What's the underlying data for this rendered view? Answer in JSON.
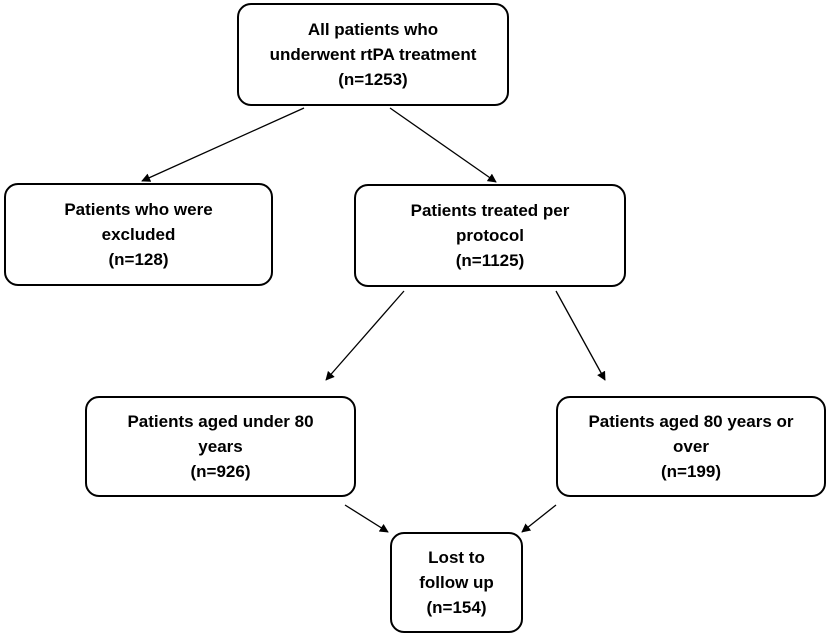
{
  "boxes": {
    "all_patients": {
      "lines": [
        "All patients who",
        "underwent rtPA treatment",
        "(n=1253)"
      ]
    },
    "excluded": {
      "lines": [
        "Patients who were",
        "excluded",
        "(n=128)"
      ]
    },
    "per_protocol": {
      "lines": [
        "Patients treated per",
        "protocol",
        "(n=1125)"
      ]
    },
    "under_80": {
      "lines": [
        "Patients aged under 80",
        "years",
        "(n=926)"
      ]
    },
    "over_80": {
      "lines": [
        "Patients aged 80 years or",
        "over",
        "(n=199)"
      ]
    },
    "lost_follow_up": {
      "lines": [
        "Lost to",
        "follow up",
        "(n=154)"
      ]
    }
  },
  "colors": {
    "border": "#000000",
    "text": "#000000",
    "background": "#ffffff"
  }
}
